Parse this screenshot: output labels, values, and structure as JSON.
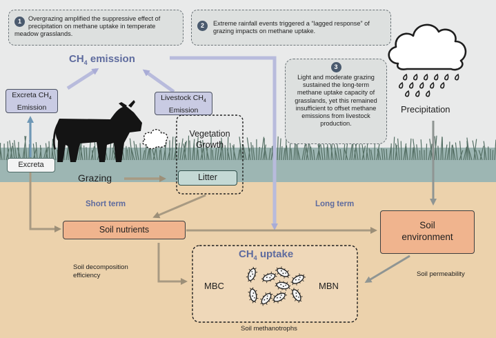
{
  "notes": [
    {
      "num": "1",
      "text": "Overgrazing amplified the suppressive effect of precipitation on methane uptake in temperate meadow grasslands."
    },
    {
      "num": "2",
      "text": "Extreme rainfall events triggered a “lagged response” of grazing impacts on methane uptake."
    },
    {
      "num": "3",
      "text": "Light and moderate grazing sustained the long-term methane uptake capacity of grasslands, yet this remained insufficient to offset methane emissions from livestock production."
    }
  ],
  "ch4_emission": {
    "pre": "CH",
    "sub": "4",
    "post": " emission"
  },
  "excreta_ch4": {
    "line1_pre": "Excreta CH",
    "line1_sub": "4",
    "line2": "Emission"
  },
  "livestock_ch4": {
    "line1_pre": "Livestock CH",
    "line1_sub": "4",
    "line2": "Emission"
  },
  "excreta": "Excreta",
  "grazing": "Grazing",
  "vegetation": {
    "line1": "Vegetation",
    "line2": "Growth"
  },
  "litter": "Litter",
  "precipitation": "Precipitation",
  "short_term": "Short term",
  "long_term": "Long term",
  "soil_nutrients": "Soil nutrients",
  "soil_environment": {
    "line1": "Soil",
    "line2": "environment"
  },
  "soil_decomposition": {
    "line1": "Soil decomposition",
    "line2": "efficiency"
  },
  "soil_permeability": "Soil permeability",
  "ch4_uptake": {
    "pre": "CH",
    "sub": "4",
    "post": " uptake"
  },
  "mbc": "MBC",
  "mbn": "MBN",
  "soil_methanotrophs": "Soil methanotrophs",
  "colors": {
    "sky": "#e9eaea",
    "soil": "#ecd2ac",
    "band": "#9db6b3",
    "arrow_lavender": "#b8bbdc",
    "arrow_tan": "#a89a82",
    "arrow_blue": "#6f98b6",
    "box_lavender": "#c9cbe3",
    "box_orange": "#f0b48e"
  },
  "icons": [
    "cow-icon",
    "breath-cloud-icon",
    "rain-cloud-icon",
    "methanotroph-bacteria-icon"
  ]
}
